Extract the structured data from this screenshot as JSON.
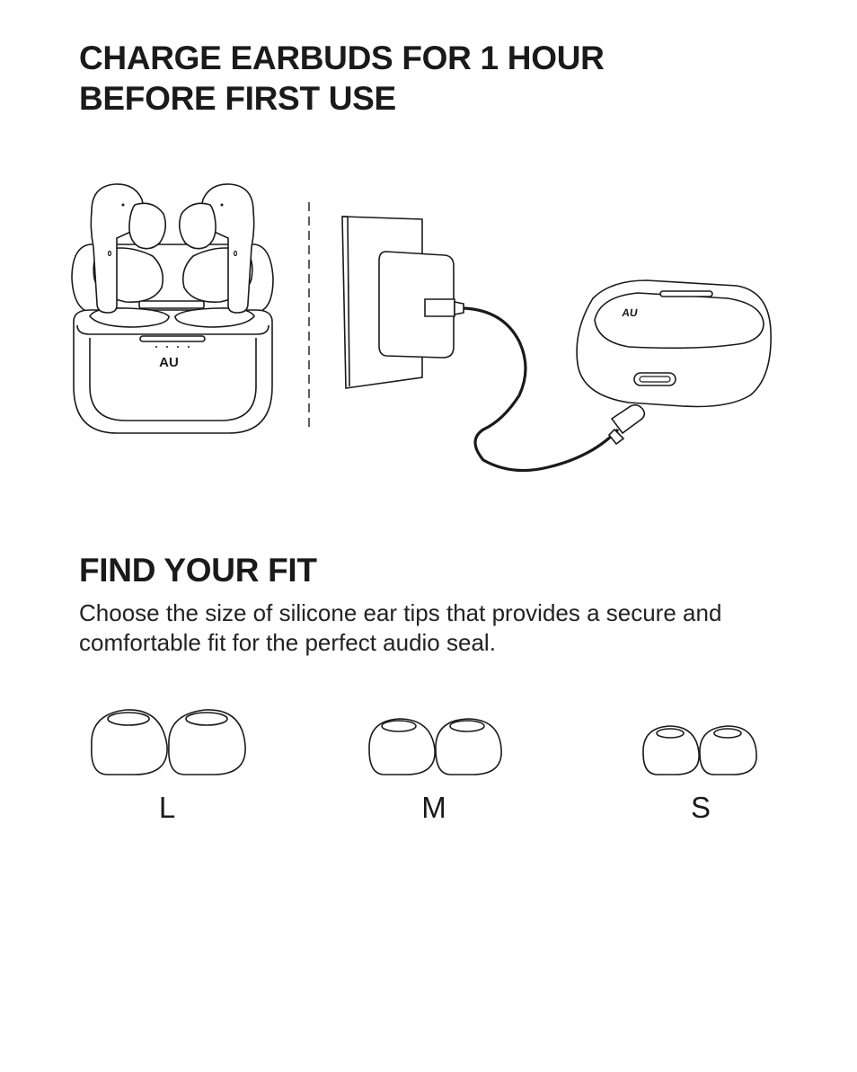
{
  "charge_section": {
    "title_line1": "CHARGE EARBUDS FOR 1 HOUR",
    "title_line2": "BEFORE FIRST USE",
    "logo_text": "AU"
  },
  "fit_section": {
    "title": "FIND YOUR FIT",
    "description_line1": "Choose the size of silicone ear tips that provides a secure and",
    "description_line2": "comfortable fit for the perfect audio seal."
  },
  "ear_tips": [
    {
      "size": "L"
    },
    {
      "size": "M"
    },
    {
      "size": "S"
    }
  ],
  "icons": [
    "earbuds-case-open-icon",
    "wall-charger-icon",
    "usb-cable-icon",
    "charging-case-closed-icon",
    "ear-tip-icon"
  ]
}
